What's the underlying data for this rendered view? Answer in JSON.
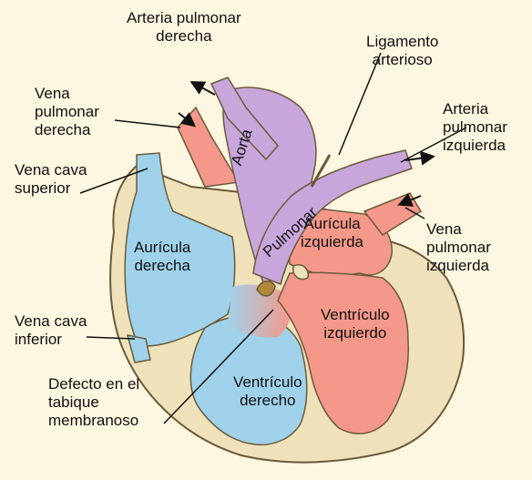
{
  "labels": {
    "arteria_pulmonar_derecha": "Arteria pulmonar\nderecha",
    "ligamento_arterioso": "Ligamento\narterioso",
    "vena_pulmonar_derecha": "Vena\npulmonar\nderecha",
    "arteria_pulmonar_izquierda": "Arteria\npulmonar\nizquierda",
    "vena_cava_superior": "Vena cava\nsuperior",
    "vena_pulmonar_izquierda": "Vena\npulmonar\nizquierda",
    "auricula_izquierda": "Aurícula\nizquierda",
    "auricula_derecha": "Aurícula\nderecha",
    "ventriculo_izquierdo": "Ventrículo\nizquierdo",
    "vena_cava_inferior": "Vena cava\ninferior",
    "defecto_tabique": "Defecto en el\ntabique\nmembranoso",
    "ventriculo_derecho": "Ventrículo\nderecho",
    "aorta": "Aorta",
    "pulmonar": "Pulmonar"
  },
  "colors": {
    "background": "#fdf6e0",
    "wall": "#efe2bb",
    "oxygenated": "#f4988a",
    "deoxygenated": "#9fd2ea",
    "arteries": "#c8a6dc",
    "outline": "#6b5a3a"
  }
}
